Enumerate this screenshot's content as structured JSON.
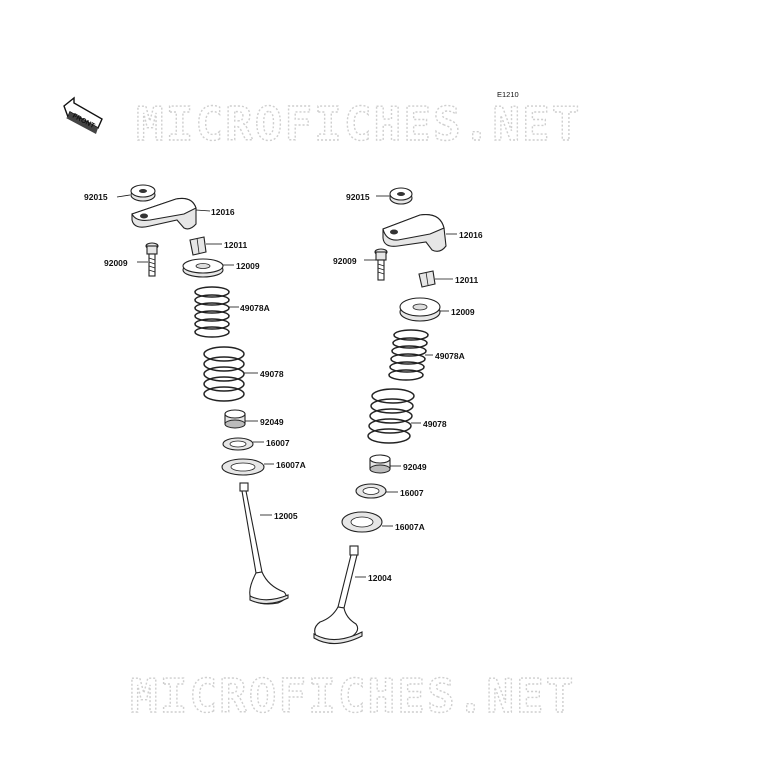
{
  "diagram_code": "E1210",
  "front_label": "FRONT",
  "watermark": {
    "top": "MICROFICHES.NET",
    "bottom": "MICROFICHES.NET"
  },
  "left_group": {
    "nut": "92015",
    "rocker": "12016",
    "bolt": "92009",
    "collet": "12011",
    "retainer": "12009",
    "spring_inner": "49078A",
    "spring_outer": "49078",
    "seal": "92049",
    "seat": "16007",
    "seat_outer": "16007A",
    "valve": "12005"
  },
  "right_group": {
    "nut": "92015",
    "rocker": "12016",
    "bolt": "92009",
    "collet": "12011",
    "retainer": "12009",
    "spring_inner": "49078A",
    "spring_outer": "49078",
    "seal": "92049",
    "seat": "16007",
    "seat_outer": "16007A",
    "valve": "12004"
  }
}
